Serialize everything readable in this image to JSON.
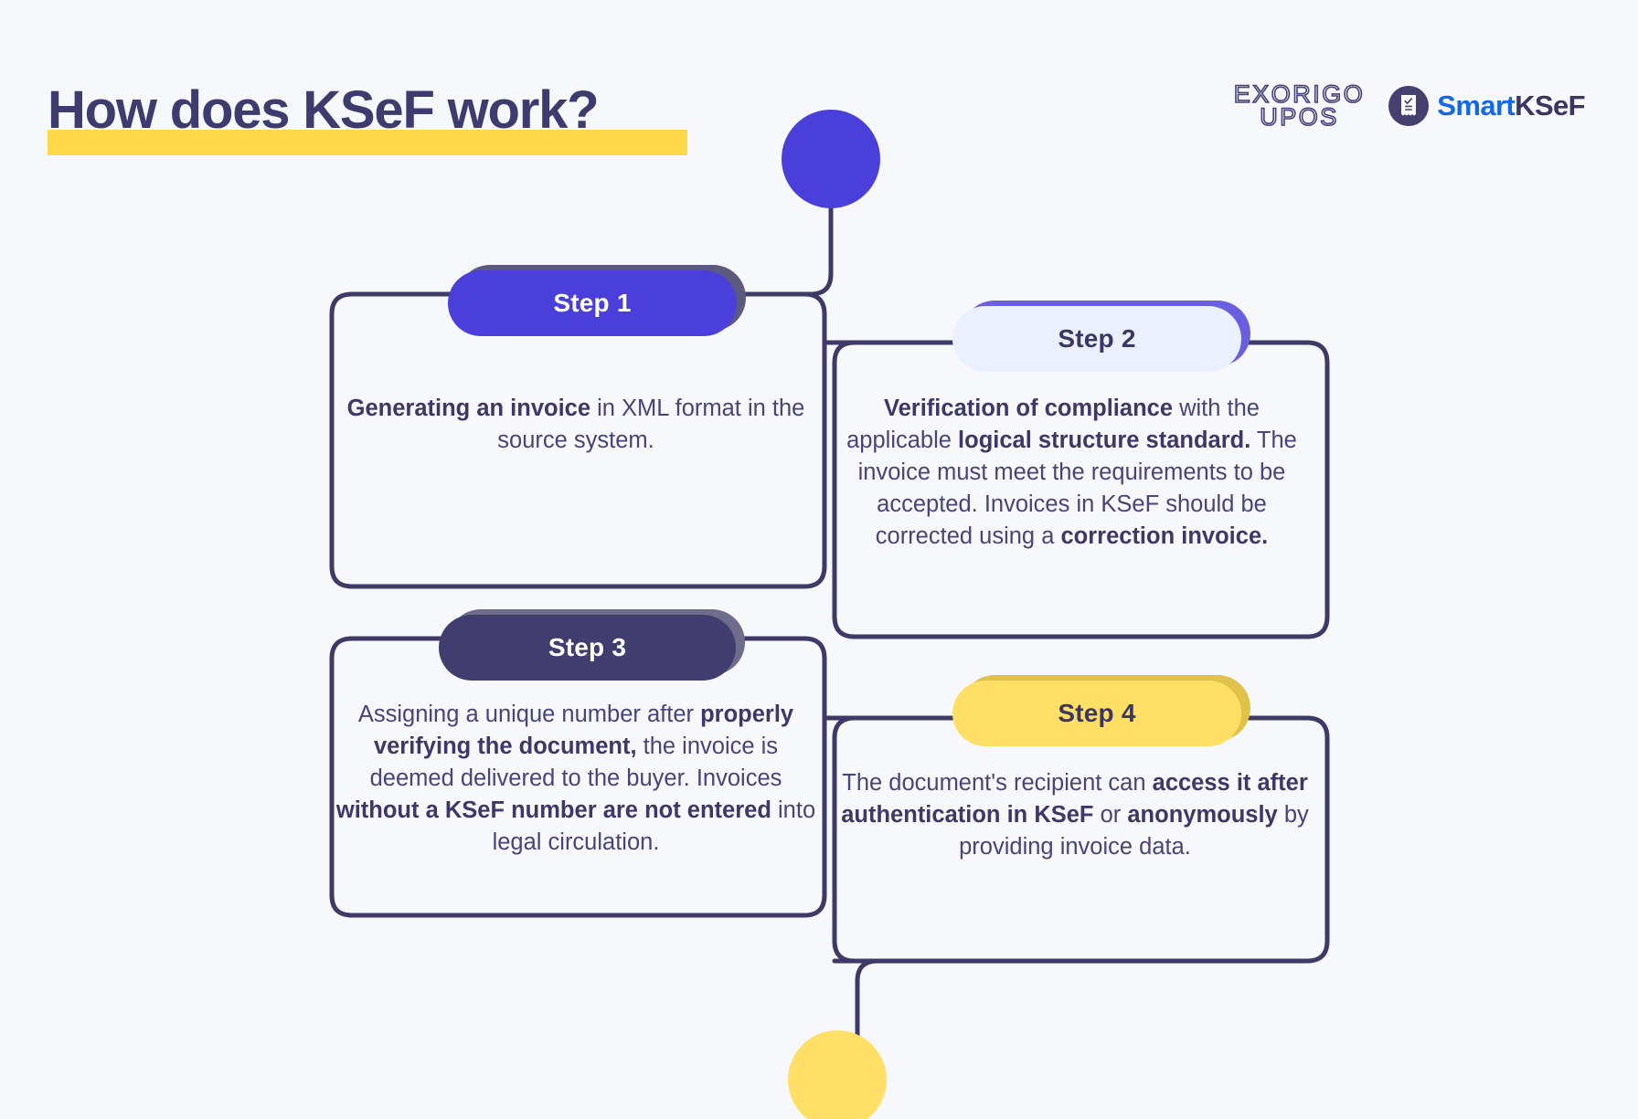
{
  "page": {
    "title": "How does KSeF work?",
    "background_color": "#f7f8fb",
    "accent_indigo": "#4a3fdb",
    "accent_yellow": "#ffdf66",
    "accent_navy": "#413d6e",
    "text_color": "#474479"
  },
  "logos": {
    "exorigo": {
      "line1": "EXORIGO",
      "line2": "UPOS"
    },
    "smartksef": {
      "part1": "Smart",
      "part2": "KSeF",
      "part1_color": "#1467e8",
      "part2_color": "#3a3663",
      "mark_icon": "receipt-icon",
      "mark_color": "#45406f"
    }
  },
  "steps": [
    {
      "badge_label": "Step 1",
      "badge_color": "#4a3fdb",
      "badge_text_color": "#ffffff",
      "badge_shadow_color": "#5d5a80",
      "body_html": "<b>Generating an invoice</b> in XML format in the source system.",
      "body_plain": "Generating an invoice in XML format in the source system."
    },
    {
      "badge_label": "Step 2",
      "badge_color": "#eaf0fd",
      "badge_text_color": "#3b3765",
      "badge_shadow_color": "#6a5fe0",
      "body_html": "<b>Verification of compliance</b> with the applicable <b>logical structure standard.</b> The invoice must meet the requirements to be accepted. Invoices in KSeF should be corrected using a <b>correction invoice.</b>",
      "body_plain": "Verification of compliance with the applicable logical structure standard. The invoice must meet the requirements to be accepted. Invoices in KSeF should be corrected using a correction invoice."
    },
    {
      "badge_label": "Step 3",
      "badge_color": "#413d6e",
      "badge_text_color": "#ffffff",
      "badge_shadow_color": "#6f6c8c",
      "body_html": "Assigning a unique number after <b>properly verifying the document,</b> the invoice is deemed delivered to the buyer. Invoices <b>without a KSeF number are not entered</b> into legal circulation.",
      "body_plain": "Assigning a unique number after properly verifying the document, the invoice is deemed delivered to the buyer. Invoices without a KSeF number are not entered into legal circulation."
    },
    {
      "badge_label": "Step 4",
      "badge_color": "#ffdf66",
      "badge_text_color": "#3b3765",
      "badge_shadow_color": "#e0c14a",
      "body_html": "The document's recipient can <b>access it after authentication in KSeF</b> or <b>anonymously</b> by providing invoice data.",
      "body_plain": "The document's recipient can access it after authentication in KSeF or anonymously by providing invoice data."
    }
  ],
  "decorations": {
    "start_dot_color": "#4a3fdb",
    "end_dot_color": "#ffdf66",
    "connector_color": "#3d3a68"
  }
}
